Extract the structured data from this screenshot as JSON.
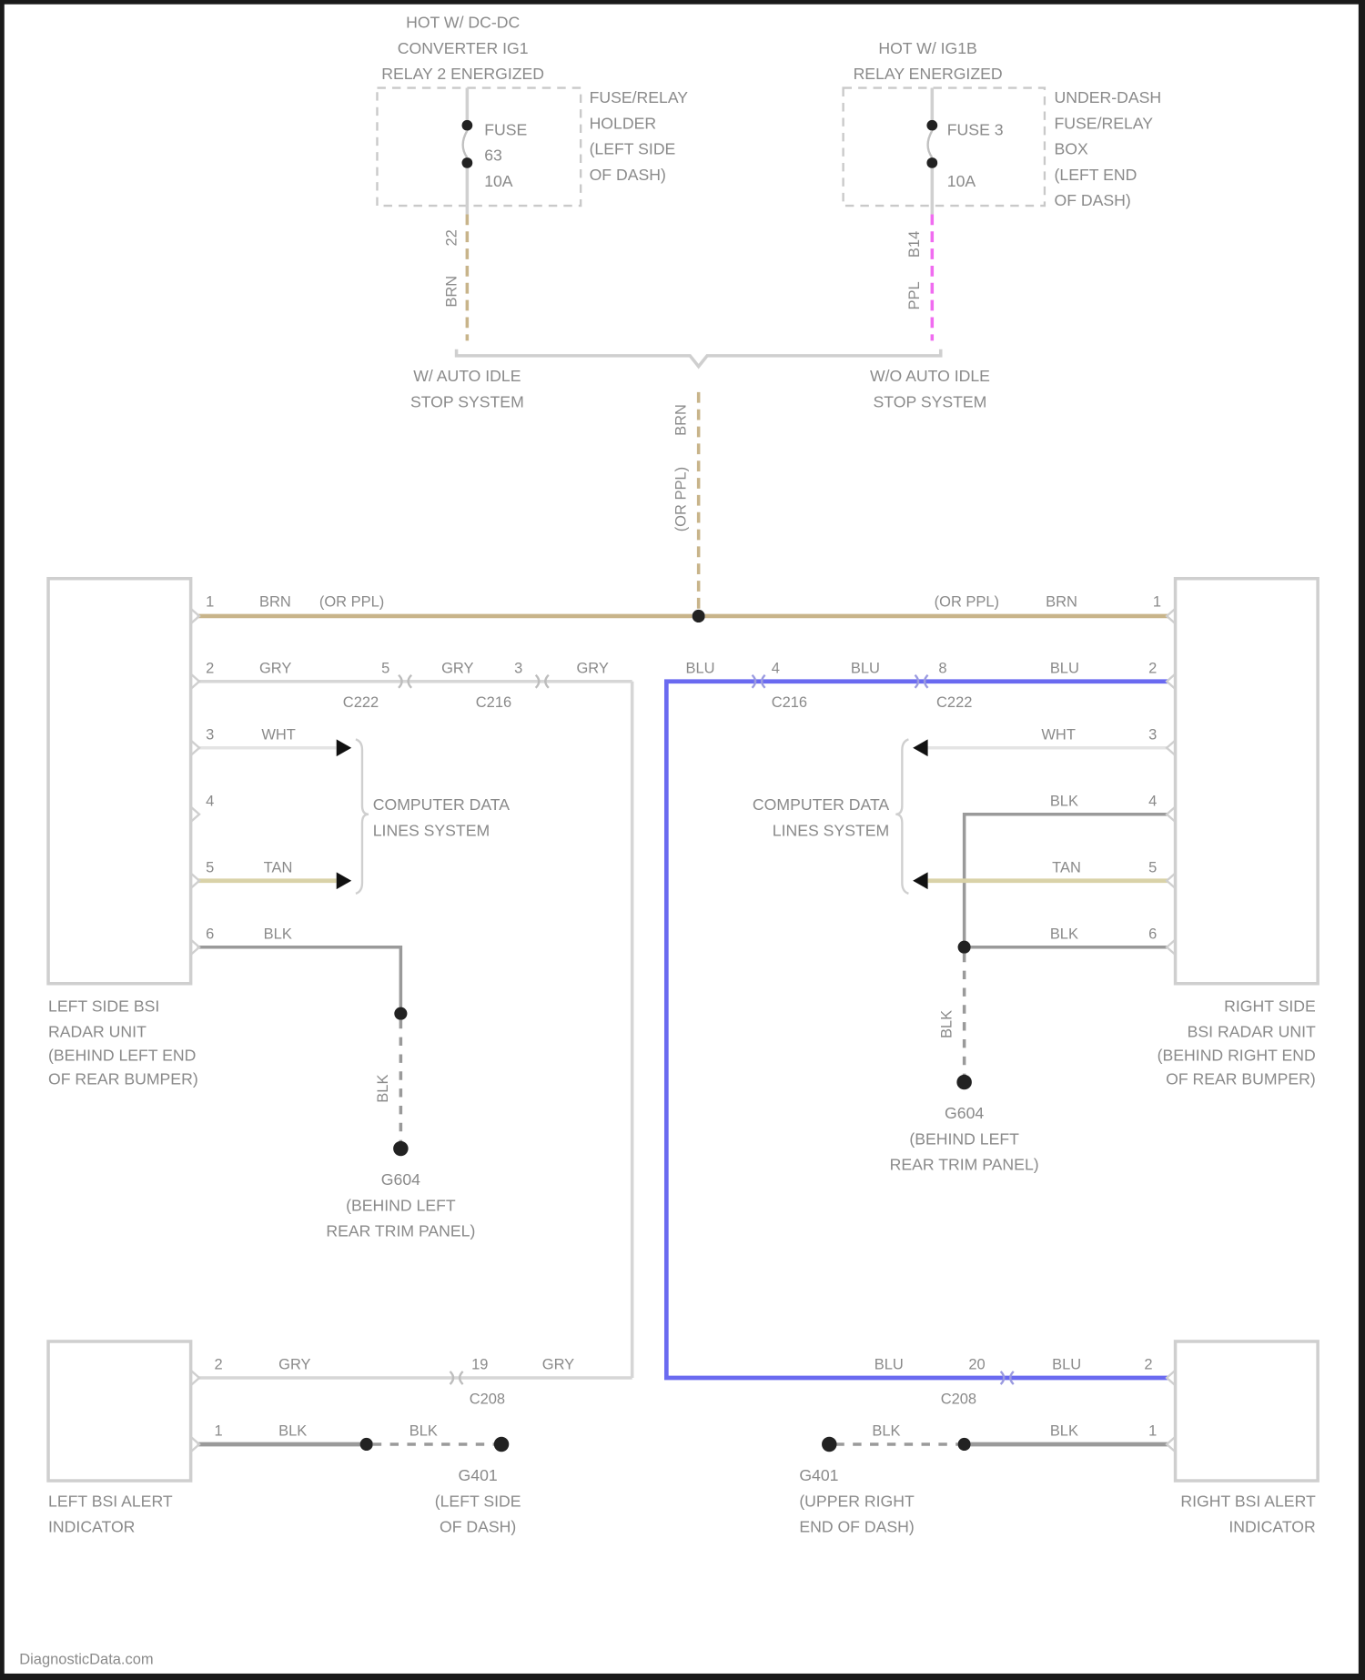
{
  "fuses": [
    {
      "source": [
        "HOT W/ DC-DC",
        "CONVERTER IG1",
        "RELAY 2 ENERGIZED"
      ],
      "fuse": [
        "FUSE",
        "63",
        "10A"
      ],
      "location": [
        "FUSE/RELAY",
        "HOLDER",
        "(LEFT SIDE",
        "OF DASH)"
      ],
      "wire_pin": "22",
      "wire_color": "BRN"
    },
    {
      "source": [
        "HOT W/ IG1B",
        "RELAY ENERGIZED"
      ],
      "fuse": [
        "FUSE 3",
        "10A"
      ],
      "location": [
        "UNDER-DASH",
        "FUSE/RELAY",
        "BOX",
        "(LEFT END",
        "OF DASH)"
      ],
      "wire_pin": "B14",
      "wire_color": "PPL"
    }
  ],
  "options": {
    "left": [
      "W/ AUTO IDLE",
      "STOP SYSTEM"
    ],
    "right": [
      "W/O AUTO IDLE",
      "STOP SYSTEM"
    ],
    "trunk_wire": "(OR PPL)",
    "trunk_color": "BRN"
  },
  "left_unit": {
    "name": [
      "LEFT SIDE BSI",
      "RADAR UNIT",
      "(BEHIND LEFT END",
      "OF REAR BUMPER)"
    ],
    "pins": [
      {
        "pin": "1",
        "wire": "BRN",
        "alt": "(OR PPL)"
      },
      {
        "pin": "2",
        "wire": "GRY"
      },
      {
        "pin": "3",
        "wire": "WHT"
      },
      {
        "pin": "4",
        "wire": ""
      },
      {
        "pin": "5",
        "wire": "TAN"
      },
      {
        "pin": "6",
        "wire": "BLK"
      }
    ],
    "gry_connectors": [
      {
        "pin": "5",
        "name": "C222",
        "wire": "GRY"
      },
      {
        "pin": "3",
        "name": "C216",
        "wire": "GRY"
      }
    ],
    "ground_wire": "BLK",
    "ground": [
      "G604",
      "(BEHIND LEFT",
      "REAR TRIM PANEL)"
    ]
  },
  "right_unit": {
    "name": [
      "RIGHT SIDE",
      "BSI RADAR UNIT",
      "(BEHIND RIGHT END",
      "OF REAR BUMPER)"
    ],
    "pins": [
      {
        "pin": "1",
        "wire": "BRN",
        "alt": "(OR PPL)"
      },
      {
        "pin": "2",
        "wire": "BLU"
      },
      {
        "pin": "3",
        "wire": "WHT"
      },
      {
        "pin": "4",
        "wire": "BLK"
      },
      {
        "pin": "5",
        "wire": "TAN"
      },
      {
        "pin": "6",
        "wire": "BLK"
      }
    ],
    "blu_connectors": [
      {
        "pin": "4",
        "name": "C216",
        "wire": "BLU"
      },
      {
        "pin": "8",
        "name": "C222",
        "wire": "BLU"
      }
    ],
    "blu_left_label": "BLU",
    "ground_wire": "BLK",
    "ground": [
      "G604",
      "(BEHIND LEFT",
      "REAR TRIM PANEL)"
    ]
  },
  "data_lines": [
    "COMPUTER DATA",
    "LINES SYSTEM"
  ],
  "left_indicator": {
    "name": [
      "LEFT BSI ALERT",
      "INDICATOR"
    ],
    "pin2": {
      "pin": "2",
      "wire": "GRY"
    },
    "pin1": {
      "pin": "1",
      "wire": "BLK"
    },
    "connector": {
      "pin": "19",
      "name": "C208",
      "wire": "GRY"
    },
    "ground_wire": "BLK",
    "ground": [
      "G401",
      "(LEFT SIDE",
      "OF DASH)"
    ]
  },
  "right_indicator": {
    "name": [
      "RIGHT BSI ALERT",
      "INDICATOR"
    ],
    "pin2": {
      "pin": "2",
      "wire": "BLU"
    },
    "pin1": {
      "pin": "1",
      "wire": "BLK"
    },
    "connector": {
      "pin": "20",
      "name": "C208",
      "wire": "BLU",
      "left_wire": "BLU"
    },
    "ground_wire": "BLK",
    "ground": [
      "G401",
      "(UPPER RIGHT",
      "END OF DASH)"
    ]
  },
  "watermark": "DiagnosticData.com",
  "colors": {
    "brn": "#c8b48a",
    "blu": "#6a6af0",
    "gry": "#d6d6d6",
    "blk": "#9a9a9a",
    "tan": "#d9d2a8",
    "ppl": "#f06cf0",
    "frame": "#1a1a1a"
  }
}
